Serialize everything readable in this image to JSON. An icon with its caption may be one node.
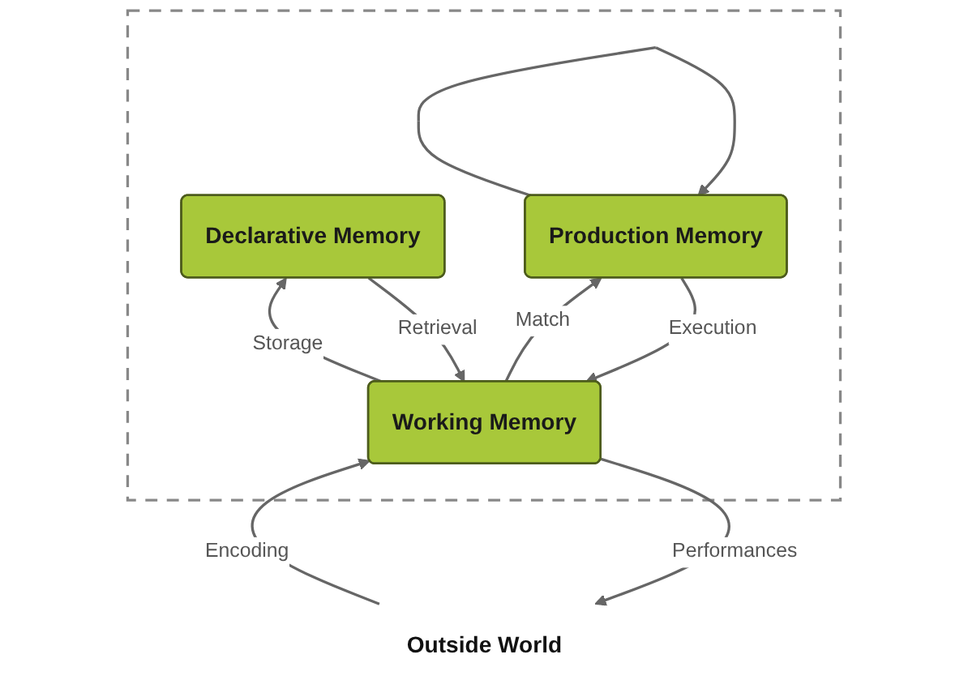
{
  "diagram": {
    "nodes": [
      {
        "text": [],
        "shape": "box"
      },
      {
        "text": [
          "Declarative Memory"
        ],
        "in": 0
      },
      {
        "text": [
          "Production Memory"
        ],
        "in": 0
      },
      {
        "text": [
          "Working Memory"
        ],
        "in": 0
      },
      {
        "text": [
          "Outside World"
        ]
      }
    ],
    "edges": [
      {
        "from": 3,
        "to": 1,
        "arrow": "to",
        "label": "Storage"
      },
      {
        "from": 1,
        "to": 3,
        "arrow": "to",
        "label": "Retrieval"
      },
      {
        "from": 3,
        "to": 2,
        "arrow": "to",
        "label": "Match"
      },
      {
        "from": 2,
        "to": 2,
        "arrow": "to"
      },
      {
        "from": 2,
        "to": 3,
        "arrow": "to",
        "label": "Execution"
      },
      {
        "from": 4,
        "to": 3,
        "arrow": "to",
        "label": "Encoding"
      },
      {
        "from": 3,
        "to": 4,
        "arrow": "to",
        "label": "Performances"
      }
    ]
  }
}
